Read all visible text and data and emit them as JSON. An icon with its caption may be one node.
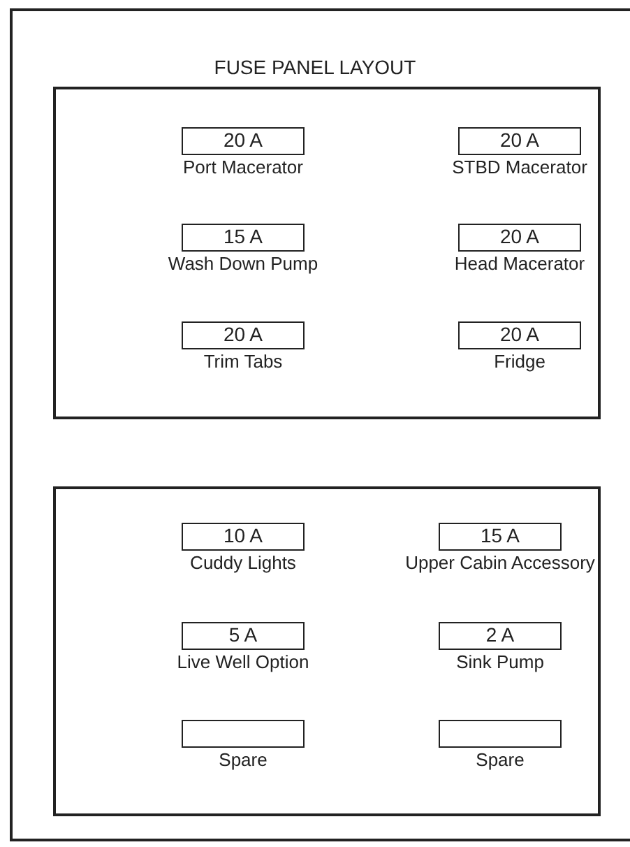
{
  "diagram": {
    "title": "FUSE PANEL LAYOUT",
    "nodes": [
      {
        "text": [],
        "shape": "box"
      },
      {
        "text": [
          "20 A",
          "Port Macerator"
        ],
        "in": 0
      },
      {
        "text": [
          "20 A",
          "STBD Macerator"
        ],
        "in": 0
      },
      {
        "text": [
          "15 A",
          "Wash Down Pump"
        ],
        "in": 0
      },
      {
        "text": [
          "20 A",
          "Head Macerator"
        ],
        "in": 0
      },
      {
        "text": [
          "20 A",
          "Trim Tabs"
        ],
        "in": 0
      },
      {
        "text": [
          "20 A",
          "Fridge"
        ],
        "in": 0
      },
      {
        "text": [],
        "shape": "box"
      },
      {
        "text": [
          "10 A",
          "Cuddy Lights"
        ],
        "in": 7
      },
      {
        "text": [
          "15 A",
          "Upper Cabin Accessory"
        ],
        "in": 7
      },
      {
        "text": [
          "5 A",
          "Live Well Option"
        ],
        "in": 7
      },
      {
        "text": [
          "2 A",
          "Sink Pump"
        ],
        "in": 7
      },
      {
        "text": [
          "Spare"
        ],
        "in": 7
      },
      {
        "text": [
          "Spare"
        ],
        "in": 7
      }
    ]
  }
}
